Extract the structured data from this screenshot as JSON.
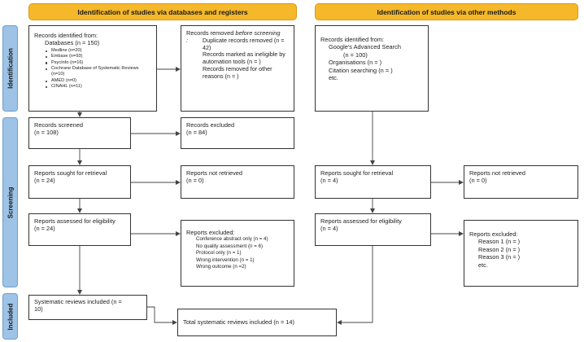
{
  "headers": {
    "left": "Identification of studies via databases and registers",
    "right": "Identification of studies via other methods"
  },
  "phases": {
    "identification": "Identification",
    "screening": "Screening",
    "included": "Included"
  },
  "left": {
    "records_identified": {
      "line1": "Records identified from:",
      "line2": "Databases (n = 150)",
      "databases": [
        "Medline (n=20)",
        "Embase (n=93)",
        "PsycInfo (n=16)",
        "Cochrane Database of Systematic Reviews (n=10)",
        "AMED (n=0)",
        "CINAHL (n=11)"
      ]
    },
    "records_removed": {
      "prefix": "Records removed ",
      "prefix_em": "before screening",
      "suffix": ":",
      "items": [
        "Duplicate records removed (n = 42)",
        "Records marked as ineligible by automation tools (n = )",
        "Records removed for other reasons (n = )"
      ]
    },
    "records_screened": {
      "label": "Records screened",
      "count": "(n = 108)"
    },
    "records_excluded": {
      "label": "Records excluded",
      "count": "(n = 84)"
    },
    "reports_sought": {
      "label": "Reports sought for retrieval",
      "count": "(n = 24)"
    },
    "reports_not_retrieved": {
      "label": "Reports not retrieved",
      "count": "(n = 0)"
    },
    "reports_assessed": {
      "label": "Reports assessed for eligibility",
      "count": "(n = 24)"
    },
    "reports_excluded": {
      "label": "Reports excluded:",
      "reasons": [
        "Conference abstract only (n = 4)",
        "No quality assessment (n = 6)",
        "Protocol only (n = 1)",
        "Wrong intervention (n = 1)",
        "Wrong outcome (n =2)"
      ]
    },
    "systematic_reviews": {
      "line1": "Systematic reviews included (n =",
      "line2": "10)"
    }
  },
  "total": {
    "label": "Total systematic reviews included (n = 14)"
  },
  "right": {
    "records_identified": {
      "line1": "Records identified from:",
      "items": [
        "Google's Advanced Search",
        "(n = 100)",
        "Organisations (n = )",
        "Citation searching (n = )",
        "etc."
      ]
    },
    "reports_sought": {
      "label": "Reports sought for retrieval",
      "count": "(n = 4)"
    },
    "reports_not_retrieved": {
      "label": "Reports not retrieved",
      "count": "(n = 0)"
    },
    "reports_assessed": {
      "label": "Reports assessed for eligibility",
      "count": "(n = 4)"
    },
    "reports_excluded": {
      "label": "Reports excluded:",
      "reasons": [
        "Reason 1 (n = )",
        "Reason 2 (n = )",
        "Reason 3 (n = )",
        "etc."
      ]
    }
  }
}
